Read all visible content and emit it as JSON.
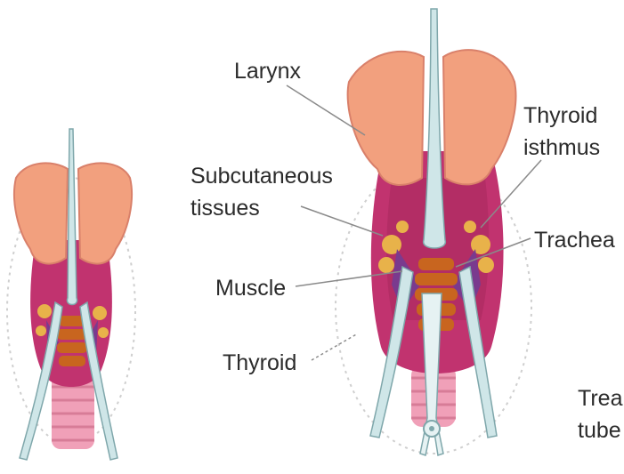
{
  "labels": {
    "larynx": "Larynx",
    "thyroid_isthmus_1": "Thyroid",
    "thyroid_isthmus_2": "isthmus",
    "subcutaneous_1": "Subcutaneous",
    "subcutaneous_2": "tissues",
    "trachea": "Trachea",
    "muscle": "Muscle",
    "thyroid": "Thyroid",
    "tube_1": "Trea",
    "tube_2": "tube"
  },
  "colors": {
    "cartilage": "#f2a07e",
    "cartilage_edge": "#d9806a",
    "tissue": "#c1336f",
    "tissue_dark": "#96214f",
    "thyroid_yellow": "#e8b24a",
    "ring_orange": "#c8651f",
    "muscle_purple": "#7a3a8e",
    "trachea_pink": "#f0a0b8",
    "tube": "#cfe6e8",
    "tube_edge": "#7fa7ab",
    "leader": "#8a8a8a",
    "dotted": "#c9c9c9"
  }
}
